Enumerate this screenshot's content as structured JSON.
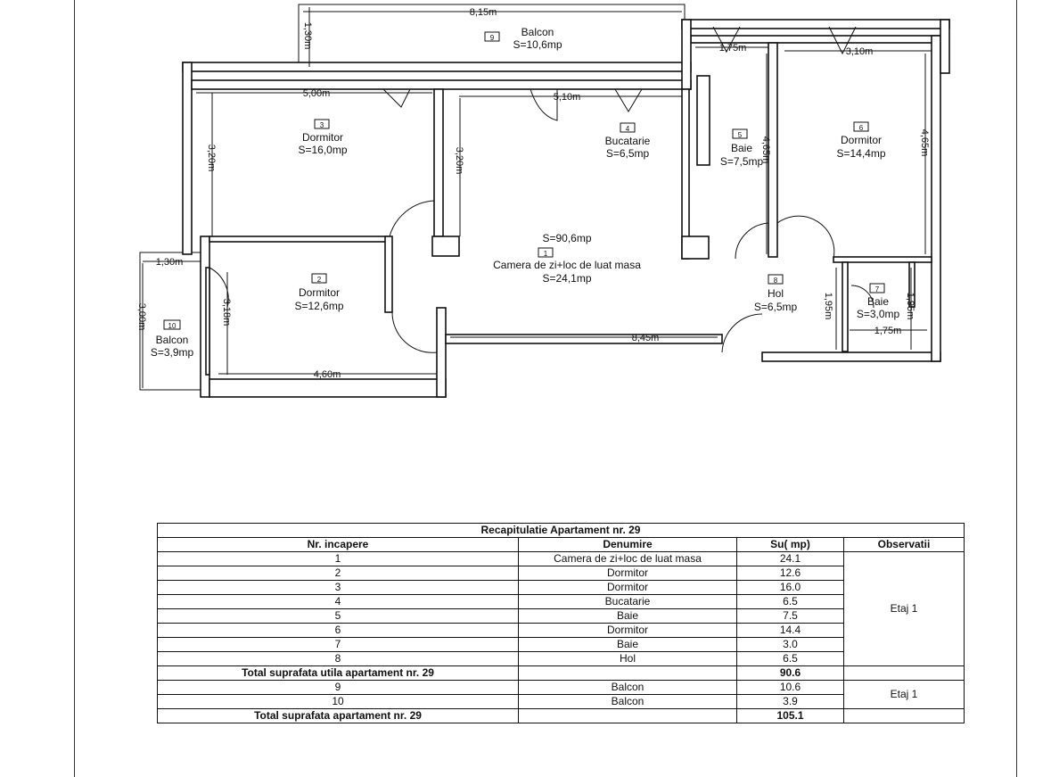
{
  "plan": {
    "rooms": [
      {
        "nr": "1",
        "name": "Camera de zi+loc de luat masa",
        "area": "S=24,1mp"
      },
      {
        "nr": "2",
        "name": "Dormitor",
        "area": "S=12,6mp"
      },
      {
        "nr": "3",
        "name": "Dormitor",
        "area": "S=16,0mp"
      },
      {
        "nr": "4",
        "name": "Bucatarie",
        "area": "S=6,5mp"
      },
      {
        "nr": "5",
        "name": "Baie",
        "area": "S=7,5mp"
      },
      {
        "nr": "6",
        "name": "Dormitor",
        "area": "S=14,4mp"
      },
      {
        "nr": "7",
        "name": "Baie",
        "area": "S=3,0mp"
      },
      {
        "nr": "8",
        "name": "Hol",
        "area": "S=6,5mp"
      },
      {
        "nr": "9",
        "name": "Balcon",
        "area": "S=10,6mp"
      },
      {
        "nr": "10",
        "name": "Balcon",
        "area": "S=3,9mp"
      }
    ],
    "total_area": "S=90,6mp",
    "dimensions": {
      "balcony_width": "8,15m",
      "balcony_depth": "1,30m",
      "room3_width": "5,00m",
      "room3_depth": "3,20m",
      "room1_depth": "3,20m",
      "kitchen_width": "5,10m",
      "bath5_width": "1,75m",
      "room6_width": "3,10m",
      "bath5_depth": "4,65m",
      "room6_depth": "4,65m",
      "balcony10_width": "1,30m",
      "balcony10_depth": "3,00m",
      "room2_depth": "3,18m",
      "room2_width": "4,60m",
      "living_width": "8,45m",
      "hall_depth": "1,95m",
      "bath7_depth": "1,95m",
      "bath7_width": "1,75m"
    }
  },
  "table": {
    "title": "Recapitulatie Apartament nr. 29",
    "headers": [
      "Nr. incapere",
      "Denumire",
      "Su( mp)",
      "Observatii"
    ],
    "rows": [
      [
        "1",
        "Camera de zi+loc de luat masa",
        "24.1"
      ],
      [
        "2",
        "Dormitor",
        "12.6"
      ],
      [
        "3",
        "Dormitor",
        "16.0"
      ],
      [
        "4",
        "Bucatarie",
        "6.5"
      ],
      [
        "5",
        "Baie",
        "7.5"
      ],
      [
        "6",
        "Dormitor",
        "14.4"
      ],
      [
        "7",
        "Baie",
        "3.0"
      ],
      [
        "8",
        "Hol",
        "6.5"
      ]
    ],
    "observation_1": "Etaj 1",
    "total_util_label": "Total suprafata utila apartament nr. 29",
    "total_util_value": "90.6",
    "balcony_rows": [
      [
        "9",
        "Balcon",
        "10.6"
      ],
      [
        "10",
        "Balcon",
        "3.9"
      ]
    ],
    "observation_2": "Etaj 1",
    "total_label": "Total suprafata apartament nr. 29",
    "total_value": "105.1"
  }
}
